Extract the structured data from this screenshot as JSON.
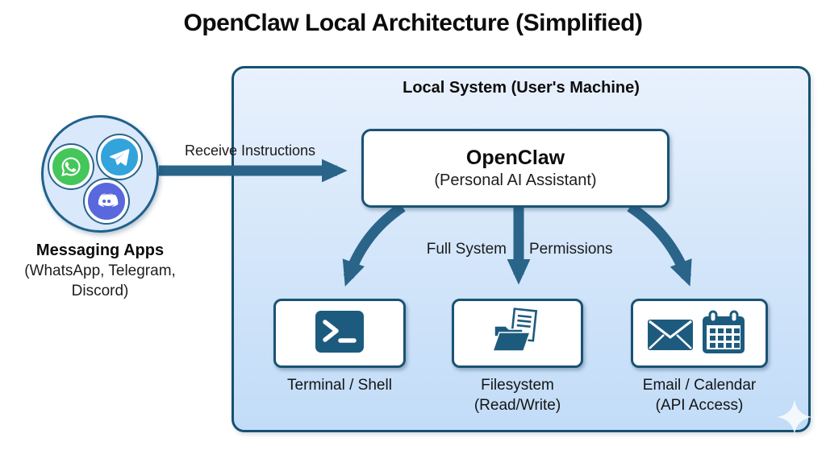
{
  "title": "OpenClaw Local Architecture (Simplified)",
  "messaging": {
    "label": "Messaging Apps",
    "sublabel": "(WhatsApp, Telegram, Discord)",
    "apps": [
      {
        "name": "WhatsApp",
        "icon": "whatsapp-icon",
        "color": "#45c65a"
      },
      {
        "name": "Telegram",
        "icon": "telegram-icon",
        "color": "#33a3dc"
      },
      {
        "name": "Discord",
        "icon": "discord-icon",
        "color": "#5a68de"
      }
    ]
  },
  "local_system": {
    "title": "Local System (User's Machine)"
  },
  "openclaw": {
    "title": "OpenClaw",
    "subtitle": "(Personal AI Assistant)"
  },
  "edges": {
    "receive_instructions": "Receive Instructions",
    "full_system": "Full System",
    "permissions": "Permissions"
  },
  "nodes": [
    {
      "label": "Terminal / Shell",
      "icon": "terminal-icon"
    },
    {
      "label": "Filesystem",
      "sublabel": "(Read/Write)",
      "icon": "folder-document-icon"
    },
    {
      "label": "Email / Calendar",
      "sublabel": "(API Access)",
      "icon": "email-calendar-icon"
    }
  ],
  "colors": {
    "arrow": "#2a6489",
    "box_border": "#1b5274",
    "icon_fill": "#1d5b7e",
    "local_system_bg_top": "#e9f1fd",
    "local_system_bg_bottom": "#c2dcf8",
    "circle_bg": "#d9e8fa",
    "whatsapp": "#45c65a",
    "telegram": "#33a3dc",
    "discord": "#5a68de"
  },
  "watermark": {
    "icon": "sparkle-icon"
  }
}
